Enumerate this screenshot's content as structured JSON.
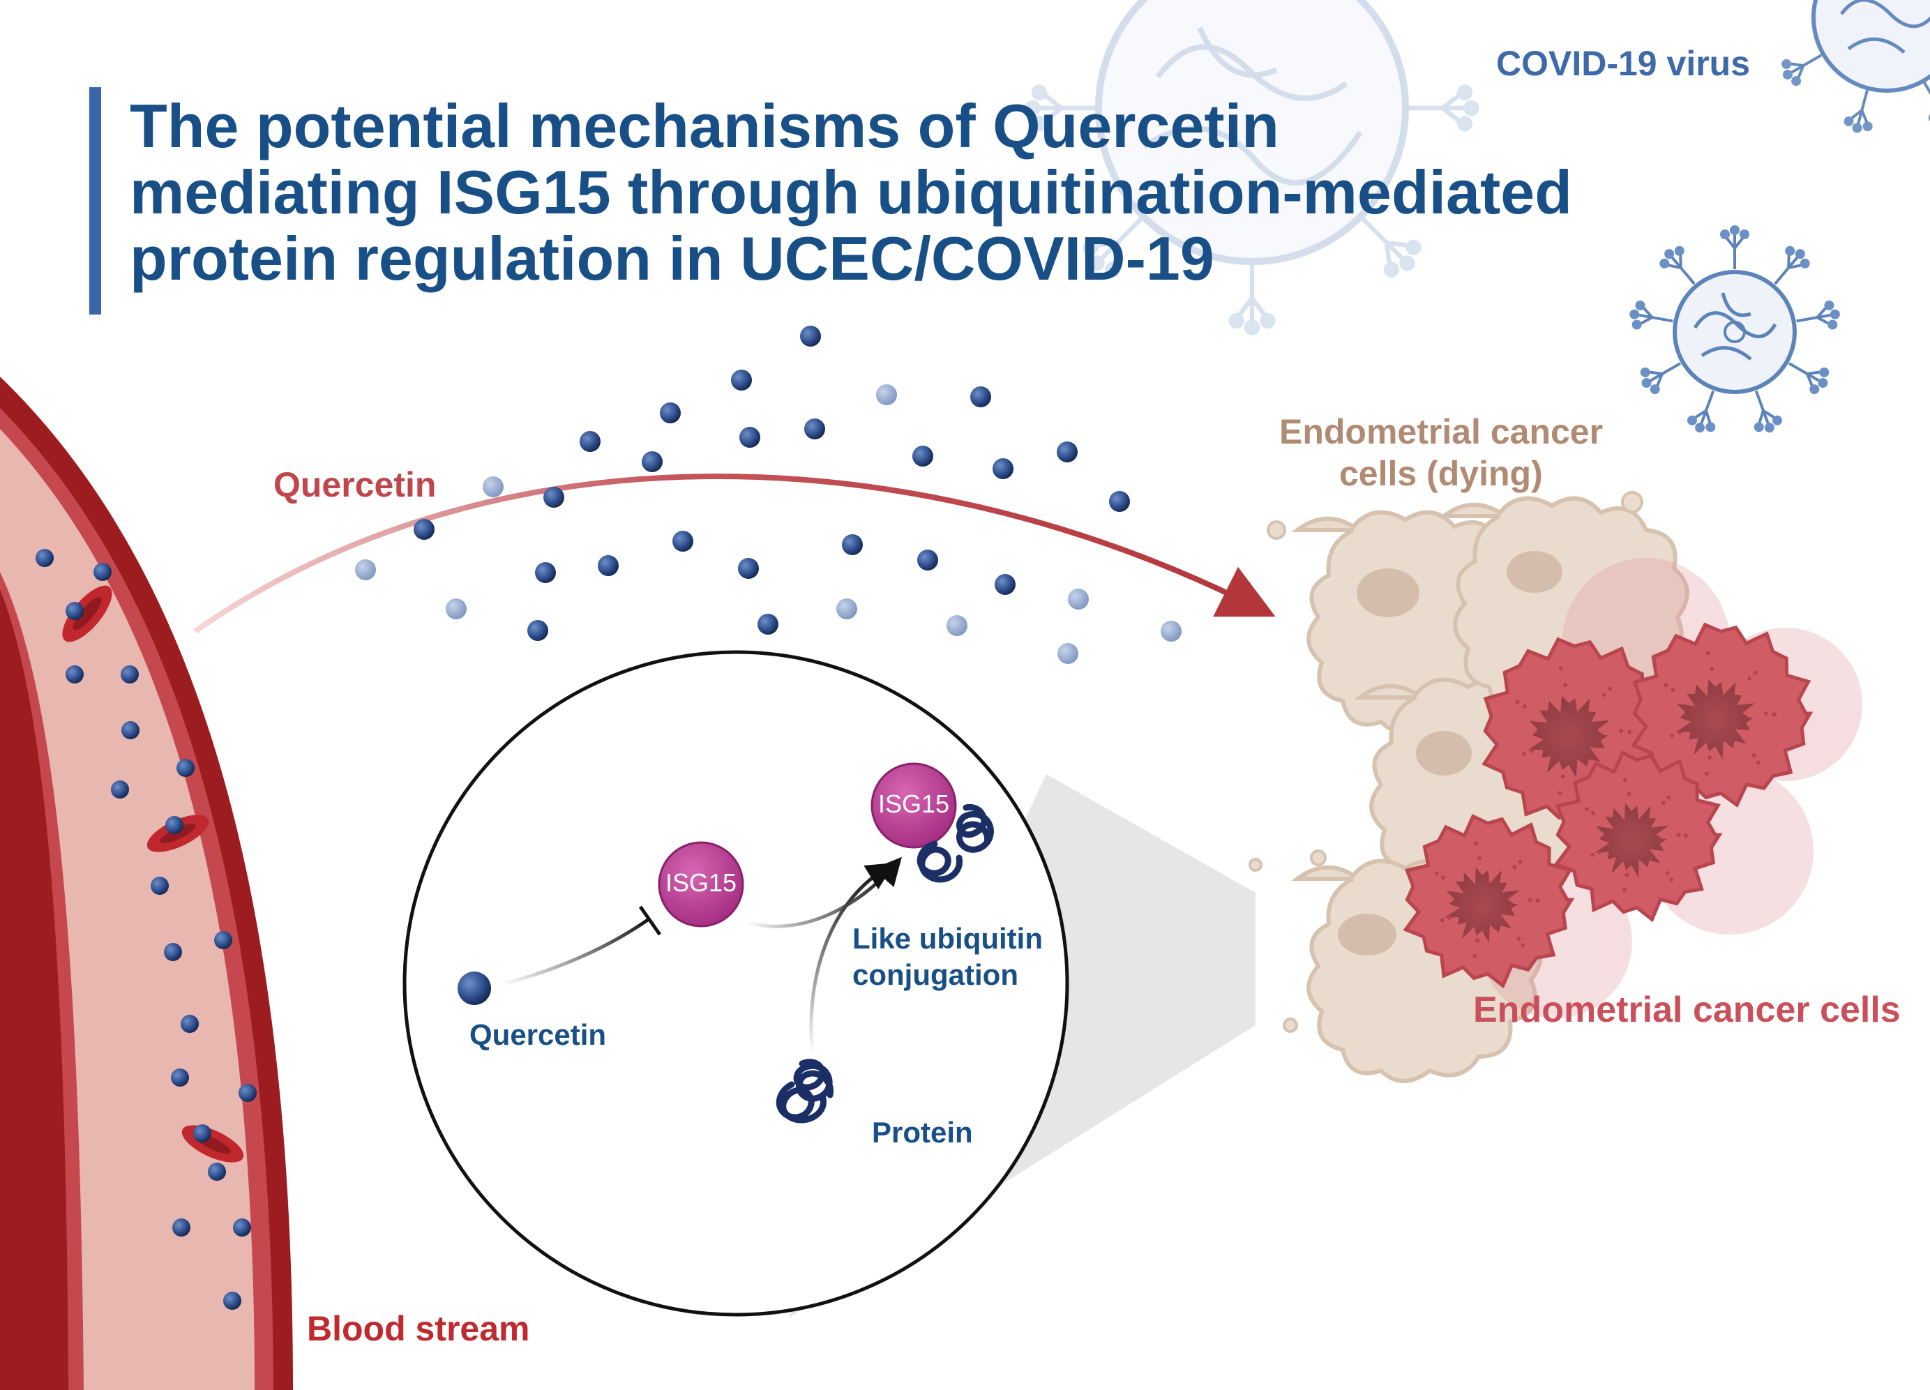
{
  "title": {
    "line1": "The potential mechanisms of Quercetin",
    "line2": "mediating ISG15 through ubiquitination-mediated",
    "line3": "protein regulation in UCEC/COVID-19"
  },
  "labels": {
    "covid_virus": "COVID-19 virus",
    "quercetin_arrow": "Quercetin",
    "dying_cells_line1": "Endometrial cancer",
    "dying_cells_line2": "cells (dying)",
    "cancer_cells": "Endometrial cancer cells",
    "blood_stream": "Blood stream"
  },
  "inset": {
    "quercetin": "Quercetin",
    "isg15_inhibited": "ISG15",
    "isg15_conjugated": "ISG15",
    "conjugation_line1": "Like ubiquitin",
    "conjugation_line2": "conjugation",
    "protein": "Protein"
  },
  "colors": {
    "title": "#174f86",
    "title_bar": "#3a67a8",
    "quercetin_label": "#c0464b",
    "arrow": "#b53a3e",
    "blood_vessel": "#9c1c20",
    "blood_lumen": "#e8b7b0",
    "dying_cells": "#b08a72",
    "cancer_cells": "#c9505a",
    "isg15": "#b0368c",
    "molecule": "#2f4f8f",
    "virus": "#3d6aa8"
  },
  "icons": {
    "molecule": "quercetin-molecule-icon",
    "red_blood_cell": "red-blood-cell-icon",
    "virus": "virus-icon",
    "protein": "protein-coil-icon"
  }
}
